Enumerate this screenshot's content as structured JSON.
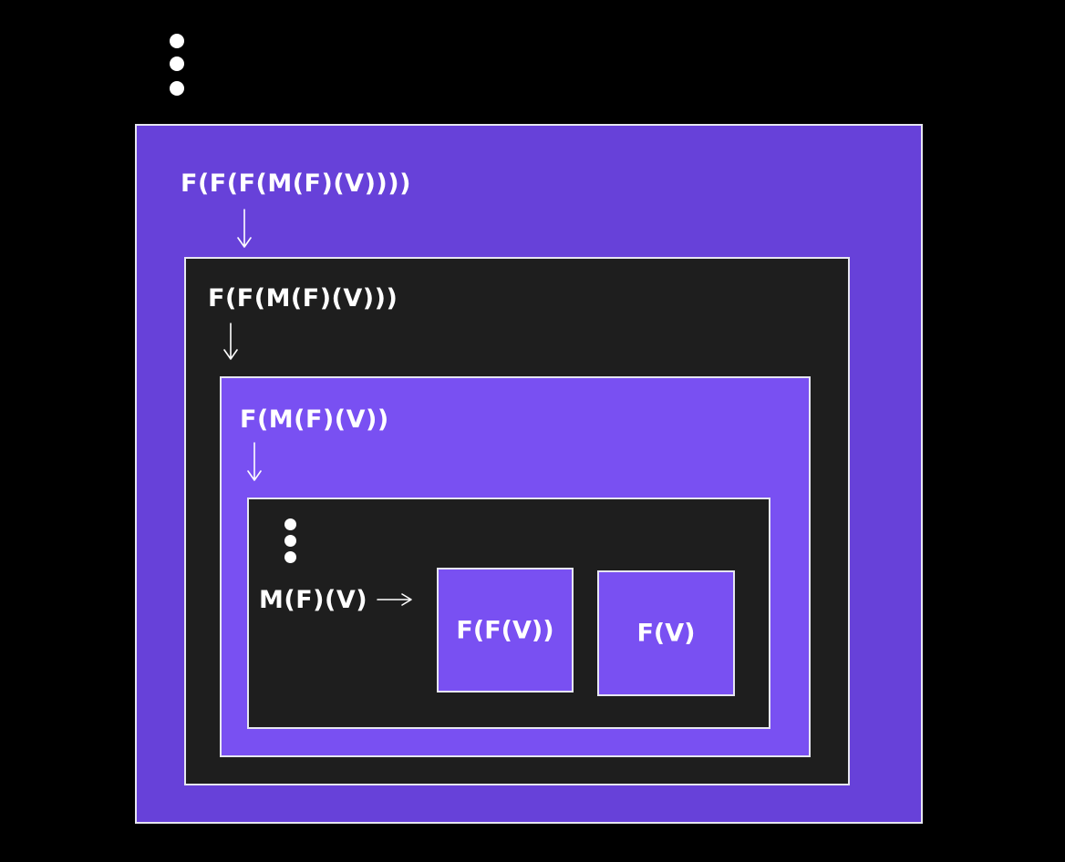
{
  "labels": {
    "level1": "F(F(F(M(F)(V))))",
    "level2": "F(F(M(F)(V)))",
    "level3": "F(M(F)(V))",
    "level4": "M(F)(V)",
    "inner_box_1": "F(F(V))",
    "inner_box_2": "F(V)"
  },
  "colors": {
    "background": "#000000",
    "purple_dark": "#6741d9",
    "purple_light": "#7950f2",
    "dark_box": "#1e1e1e",
    "stroke": "#ffffff"
  }
}
